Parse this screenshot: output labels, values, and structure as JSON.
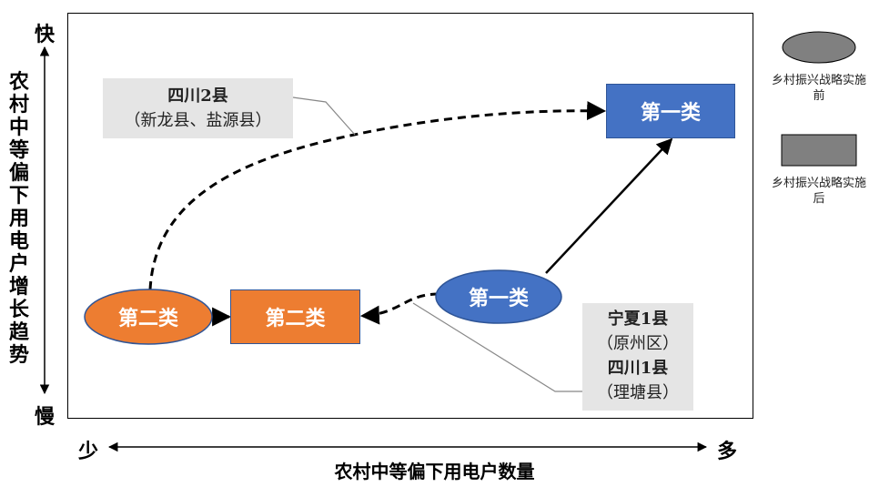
{
  "y_axis": {
    "title": "农村中等偏下用电户增长趋势",
    "top_label": "快",
    "bottom_label": "慢"
  },
  "x_axis": {
    "title": "农村中等偏下用电户数量",
    "left_label": "少",
    "right_label": "多"
  },
  "nodes": {
    "class1_before": "第一类",
    "class1_after": "第一类",
    "class2_before": "第二类",
    "class2_after": "第二类"
  },
  "callouts": {
    "sichuan2": {
      "title": "四川2县",
      "detail": "（新龙县、盐源县）"
    },
    "group1": {
      "line1": "宁夏1县",
      "line2": "（原州区）",
      "line3": "四川1县",
      "line4": "（理塘县）"
    }
  },
  "legend": {
    "before": "乡村振兴战略实施前",
    "after": "乡村振兴战略实施后"
  },
  "colors": {
    "orange": "#ED7D31",
    "blue": "#4472C4",
    "legend_fill": "#808080",
    "callout_bg": "#E5E5E5"
  }
}
